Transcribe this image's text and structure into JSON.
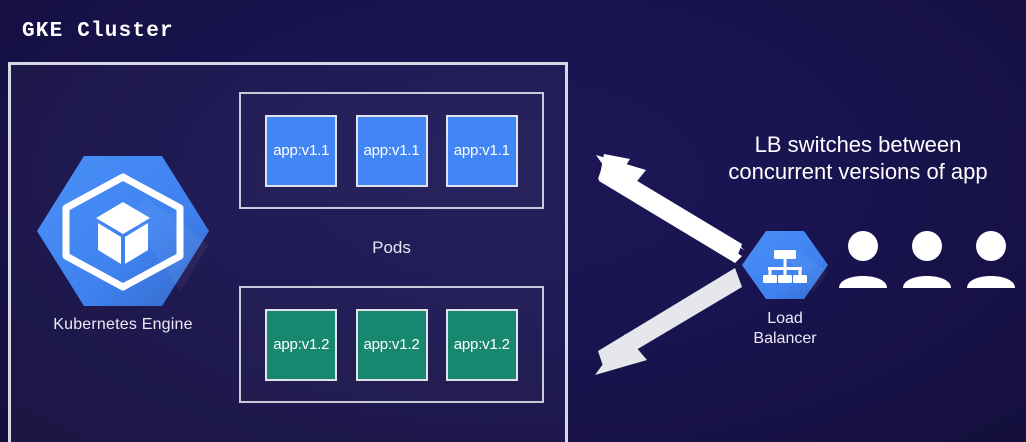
{
  "diagram": {
    "title": "GKE Cluster",
    "background_color": "#191350",
    "border_color": "#d8d8e4"
  },
  "cluster": {
    "engine": {
      "label": "Kubernetes Engine",
      "icon": "kubernetes-engine-hexagon-icon",
      "hex_color": "#4285f4"
    },
    "pods_label": "Pods",
    "pod_groups": [
      {
        "name": "v1.1-pods",
        "version": "v1.1",
        "color": "#4285f4",
        "pods": [
          {
            "label": "app:v1.1"
          },
          {
            "label": "app:v1.1"
          },
          {
            "label": "app:v1.1"
          }
        ]
      },
      {
        "name": "v1.2-pods",
        "version": "v1.2",
        "color": "#17876f",
        "pods": [
          {
            "label": "app:v1.2"
          },
          {
            "label": "app:v1.2"
          },
          {
            "label": "app:v1.2"
          }
        ]
      }
    ]
  },
  "load_balancer": {
    "label_line1": "Load",
    "label_line2": "Balancer",
    "icon": "load-balancer-hierarchy-icon",
    "hex_color": "#4285f4"
  },
  "annotation": {
    "line1": "LB switches between",
    "line2": "concurrent versions of app",
    "color": "#ffffff"
  },
  "users": {
    "count": 3,
    "icon": "user-person-icon",
    "color": "#ffffff"
  },
  "arrows": [
    {
      "name": "arrow-to-v11-pods",
      "direction": "up-left",
      "color": "#ffffff"
    },
    {
      "name": "arrow-to-v12-pods",
      "direction": "down-left",
      "color": "#e3e3ea"
    }
  ]
}
